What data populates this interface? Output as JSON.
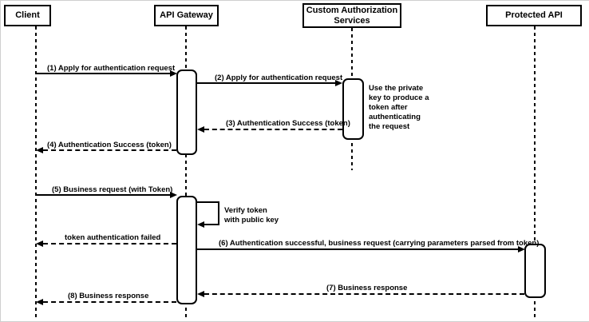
{
  "diagram": {
    "type": "sequence",
    "colors": {
      "stroke": "#000000",
      "background": "#ffffff"
    }
  },
  "actors": [
    {
      "label": "Client"
    },
    {
      "label": "API Gateway"
    },
    {
      "label": "Custom Authorization Services"
    },
    {
      "label": "Protected API"
    }
  ],
  "messages": [
    {
      "label": "(1) Apply for authentication request",
      "from": "Client",
      "to": "API Gateway",
      "line": "solid"
    },
    {
      "label": "(2) Apply for authentication request",
      "from": "API Gateway",
      "to": "Custom Authorization Services",
      "line": "solid"
    },
    {
      "label": "(3) Authentication Success (token)",
      "from": "Custom Authorization Services",
      "to": "API Gateway",
      "line": "dashed"
    },
    {
      "label": "(4) Authentication Success (token)",
      "from": "API Gateway",
      "to": "Client",
      "line": "dashed"
    },
    {
      "label": "(5) Business request (with Token)",
      "from": "Client",
      "to": "API Gateway",
      "line": "solid"
    },
    {
      "label": "token authentication failed",
      "from": "API Gateway",
      "to": "Client",
      "line": "dashed"
    },
    {
      "label": "(6) Authentication successful, business request (carrying parameters parsed from token)",
      "from": "API Gateway",
      "to": "Protected API",
      "line": "solid"
    },
    {
      "label": "(7) Business response",
      "from": "Protected API",
      "to": "API Gateway",
      "line": "dashed"
    },
    {
      "label": "(8) Business response",
      "from": "API Gateway",
      "to": "Client",
      "line": "dashed"
    }
  ],
  "notes": [
    {
      "label": "Use the private\nkey to produce a\ntoken after\nauthenticating\nthe request"
    },
    {
      "label": "Verify token\nwith public key"
    }
  ]
}
